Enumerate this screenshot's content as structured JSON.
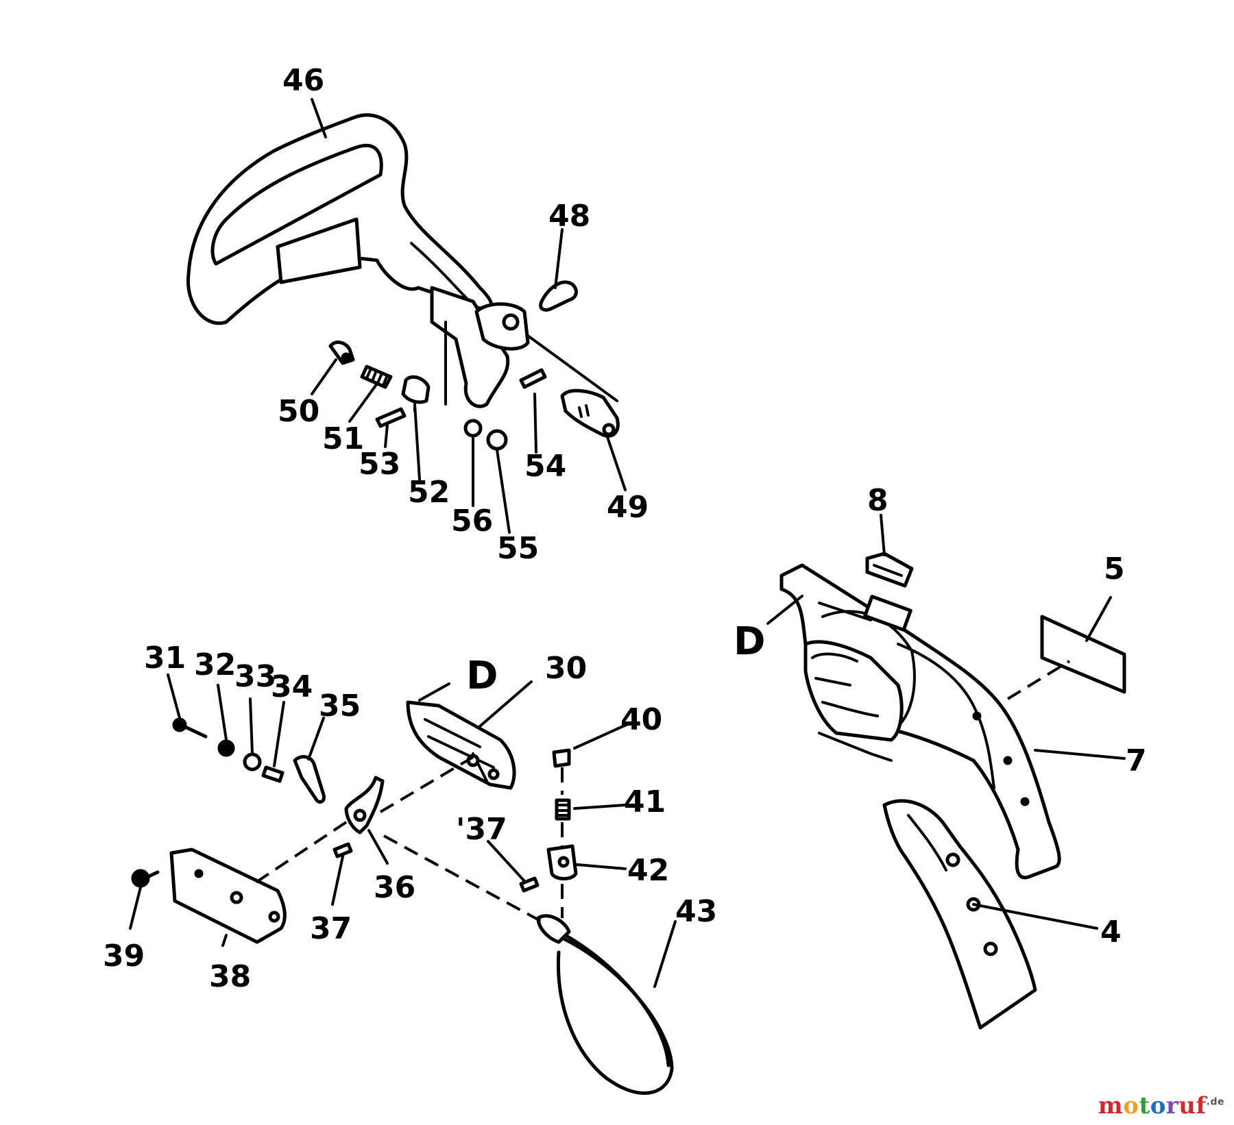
{
  "diagram": {
    "callouts": {
      "c46": "46",
      "c48": "48",
      "c50": "50",
      "c51": "51",
      "c53": "53",
      "c52": "52",
      "c56": "56",
      "c55": "55",
      "c54": "54",
      "c49": "49",
      "c8": "8",
      "c5": "5",
      "c7": "7",
      "c4": "4",
      "c31": "31",
      "c32": "32",
      "c33": "33",
      "c34": "34",
      "c35": "35",
      "c30": "30",
      "c40": "40",
      "c41": "41",
      "c42": "42",
      "c37a": "'37",
      "c36": "36",
      "c37b": "37",
      "c39": "39",
      "c38": "38",
      "c43": "43"
    },
    "markers": {
      "d_left": "D",
      "d_right": "D"
    }
  },
  "watermark": {
    "p1": "m",
    "p2": "o",
    "p3": "t",
    "p4": "o",
    "p5": "r",
    "p6": "uf",
    "suffix": ".de"
  },
  "colors": {
    "line": "#000000",
    "background": "#ffffff"
  }
}
